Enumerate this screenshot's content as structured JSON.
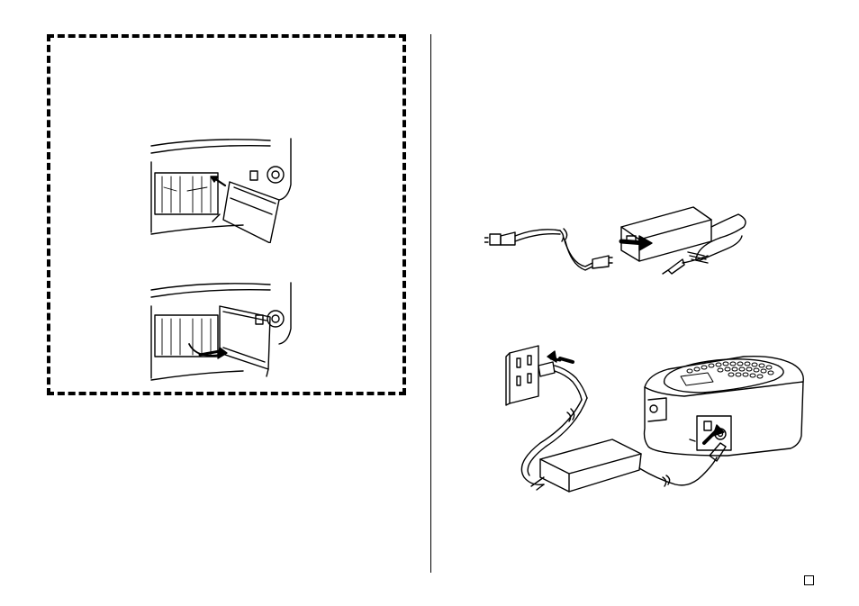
{
  "figures": [
    {
      "id": "adaptor-cover-removal",
      "icon": "device-side-jack-cover-open-icon"
    },
    {
      "id": "adaptor-cover-attach",
      "icon": "device-side-jack-cover-close-icon"
    },
    {
      "id": "adaptor-cord-connect",
      "icon": "ac-adaptor-cord-icon"
    },
    {
      "id": "adaptor-device-connect",
      "icon": "outlet-adaptor-printer-icon"
    }
  ],
  "page_marker": ""
}
